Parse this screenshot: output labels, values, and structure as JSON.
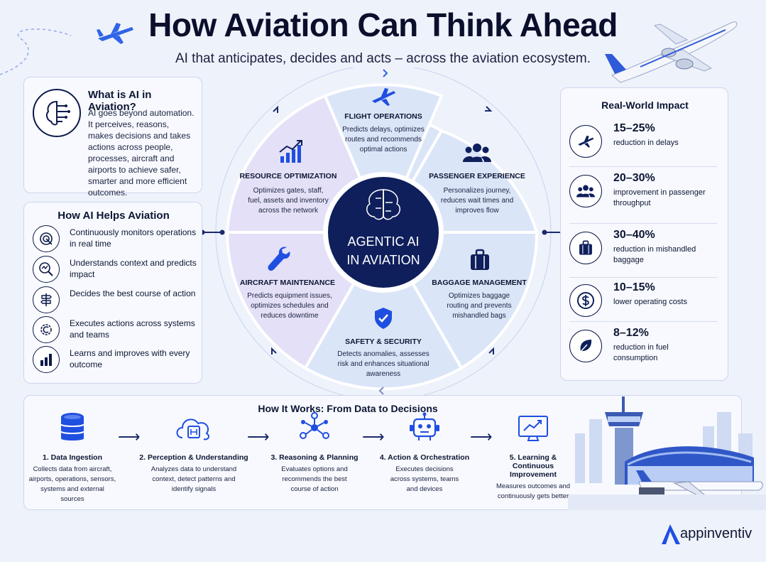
{
  "header": {
    "title": "How Aviation Can Think Ahead",
    "subtitle": "AI that anticipates, decides and acts – across the aviation ecosystem."
  },
  "what_is": {
    "title": "What is AI in Aviation?",
    "body": "AI goes beyond automation. It perceives, reasons, makes decisions and takes actions across people, processes, aircraft and airports to achieve safer, smarter and more efficient outcomes.",
    "icon": "brain-circuit-icon"
  },
  "how_helps": {
    "title": "How AI Helps Aviation",
    "items": [
      {
        "text": "Continuously monitors operations in real time",
        "icon": "monitor-target-icon"
      },
      {
        "text": "Understands context and predicts impact",
        "icon": "analyze-search-icon"
      },
      {
        "text": "Decides the best course of action",
        "icon": "signpost-icon"
      },
      {
        "text": "Executes actions across systems and teams",
        "icon": "execute-gear-icon"
      },
      {
        "text": "Learns and improves with every outcome",
        "icon": "bar-chart-icon"
      }
    ]
  },
  "center": {
    "label_line1": "AGENTIC AI",
    "label_line2": "IN AVIATION"
  },
  "segments": [
    {
      "label": "FLIGHT OPERATIONS",
      "desc": "Predicts delays, optimizes routes and recommends optimal actions",
      "icon": "airplane-icon"
    },
    {
      "label": "PASSENGER EXPERIENCE",
      "desc": "Personalizes journey, reduces wait times and improves flow",
      "icon": "people-group-icon"
    },
    {
      "label": "BAGGAGE MANAGEMENT",
      "desc": "Optimizes baggage routing and prevents mishandled bags",
      "icon": "suitcase-icon"
    },
    {
      "label": "SAFETY & SECURITY",
      "desc": "Detects anomalies, assesses risk and enhances situational awareness",
      "icon": "shield-check-icon"
    },
    {
      "label": "AIRCRAFT MAINTENANCE",
      "desc": "Predicts equipment issues, optimizes schedules and reduces downtime",
      "icon": "wrench-icon"
    },
    {
      "label": "RESOURCE OPTIMIZATION",
      "desc": "Optimizes gates, staff, fuel, assets and inventory across the network",
      "icon": "growth-chart-icon"
    }
  ],
  "impact": {
    "title": "Real-World Impact",
    "items": [
      {
        "pct": "15–25%",
        "desc": "reduction in delays",
        "icon": "airplane-icon"
      },
      {
        "pct": "20–30%",
        "desc": "improvement in passenger throughput",
        "icon": "people-group-icon"
      },
      {
        "pct": "30–40%",
        "desc": "reduction in mishandled baggage",
        "icon": "suitcase-icon"
      },
      {
        "pct": "10–15%",
        "desc": "lower operating costs",
        "icon": "dollar-coin-icon"
      },
      {
        "pct": "8–12%",
        "desc": "reduction in fuel consumption",
        "icon": "leaf-icon"
      }
    ]
  },
  "how_it_works": {
    "title": "How It Works: From Data to Decisions",
    "steps": [
      {
        "title": "1. Data Ingestion",
        "desc": "Collects data from aircraft, airports, operations, sensors, systems and external sources",
        "icon": "database-icon"
      },
      {
        "title": "2. Perception & Understanding",
        "desc": "Analyzes data to understand context, detect patterns and identify signals",
        "icon": "cloud-chip-icon"
      },
      {
        "title": "3. Reasoning & Planning",
        "desc": "Evaluates options and recommends the best course of action",
        "icon": "network-nodes-icon"
      },
      {
        "title": "4. Action & Orchestration",
        "desc": "Executes decisions across systems, teams and devices",
        "icon": "robot-icon"
      },
      {
        "title": "5. Learning & Continuous Improvement",
        "desc": "Measures outcomes and continuously gets better",
        "icon": "monitor-chart-icon"
      }
    ]
  },
  "brand": {
    "name": "appinventiv",
    "accent": "#1f4fe0"
  },
  "colors": {
    "navy": "#0f1f5c",
    "segment": "#dbe5f8",
    "segment_alt": "#e4e0f7"
  }
}
